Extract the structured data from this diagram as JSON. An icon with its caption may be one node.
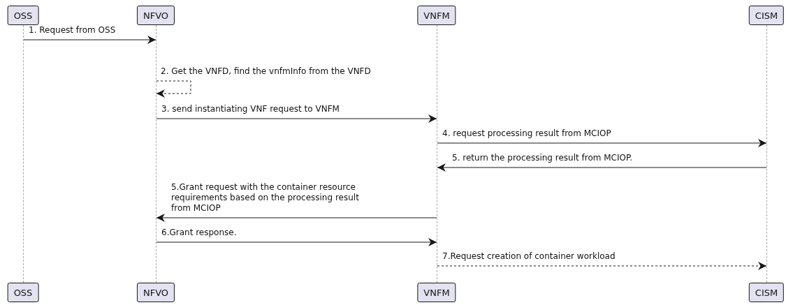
{
  "diagram": {
    "nodes": [
      {
        "text": [
          "OSS"
        ]
      },
      {
        "text": [
          "NFVO"
        ]
      },
      {
        "text": [
          "VNFM"
        ]
      },
      {
        "text": [
          "CISM"
        ]
      },
      {
        "text": [
          "OSS"
        ]
      },
      {
        "text": [
          "NFVO"
        ]
      },
      {
        "text": [
          "VNFM"
        ]
      },
      {
        "text": [
          "CISM"
        ]
      },
      {
        "text": [],
        "shape": "bar"
      },
      {
        "text": [],
        "shape": "bar"
      },
      {
        "text": [],
        "shape": "bar"
      },
      {
        "text": [],
        "shape": "bar"
      }
    ],
    "edges": [
      {
        "from": 8,
        "to": 9,
        "arrow": "to",
        "label": "1. Request from OSS"
      },
      {
        "from": 9,
        "to": 9,
        "arrow": "to",
        "style": "dashed",
        "label": "2. Get the VNFD, find the vnfmInfo from the VNFD"
      },
      {
        "from": 9,
        "to": 10,
        "arrow": "to",
        "label": "3. send instantiating VNF request to VNFM"
      },
      {
        "from": 10,
        "to": 11,
        "arrow": "to",
        "label": "4. request processing result from MCIOP"
      },
      {
        "from": 11,
        "to": 10,
        "arrow": "to",
        "label": "5. return the processing result from MCIOP."
      },
      {
        "from": 10,
        "to": 9,
        "arrow": "to",
        "label": "5.Grant request with the container resource requirements based on the processing result from MCIOP"
      },
      {
        "from": 9,
        "to": 10,
        "arrow": "to",
        "label": "6.Grant response."
      },
      {
        "from": 10,
        "to": 11,
        "arrow": "to",
        "style": "dashed",
        "label": "7.Request creation of container workload"
      }
    ]
  }
}
